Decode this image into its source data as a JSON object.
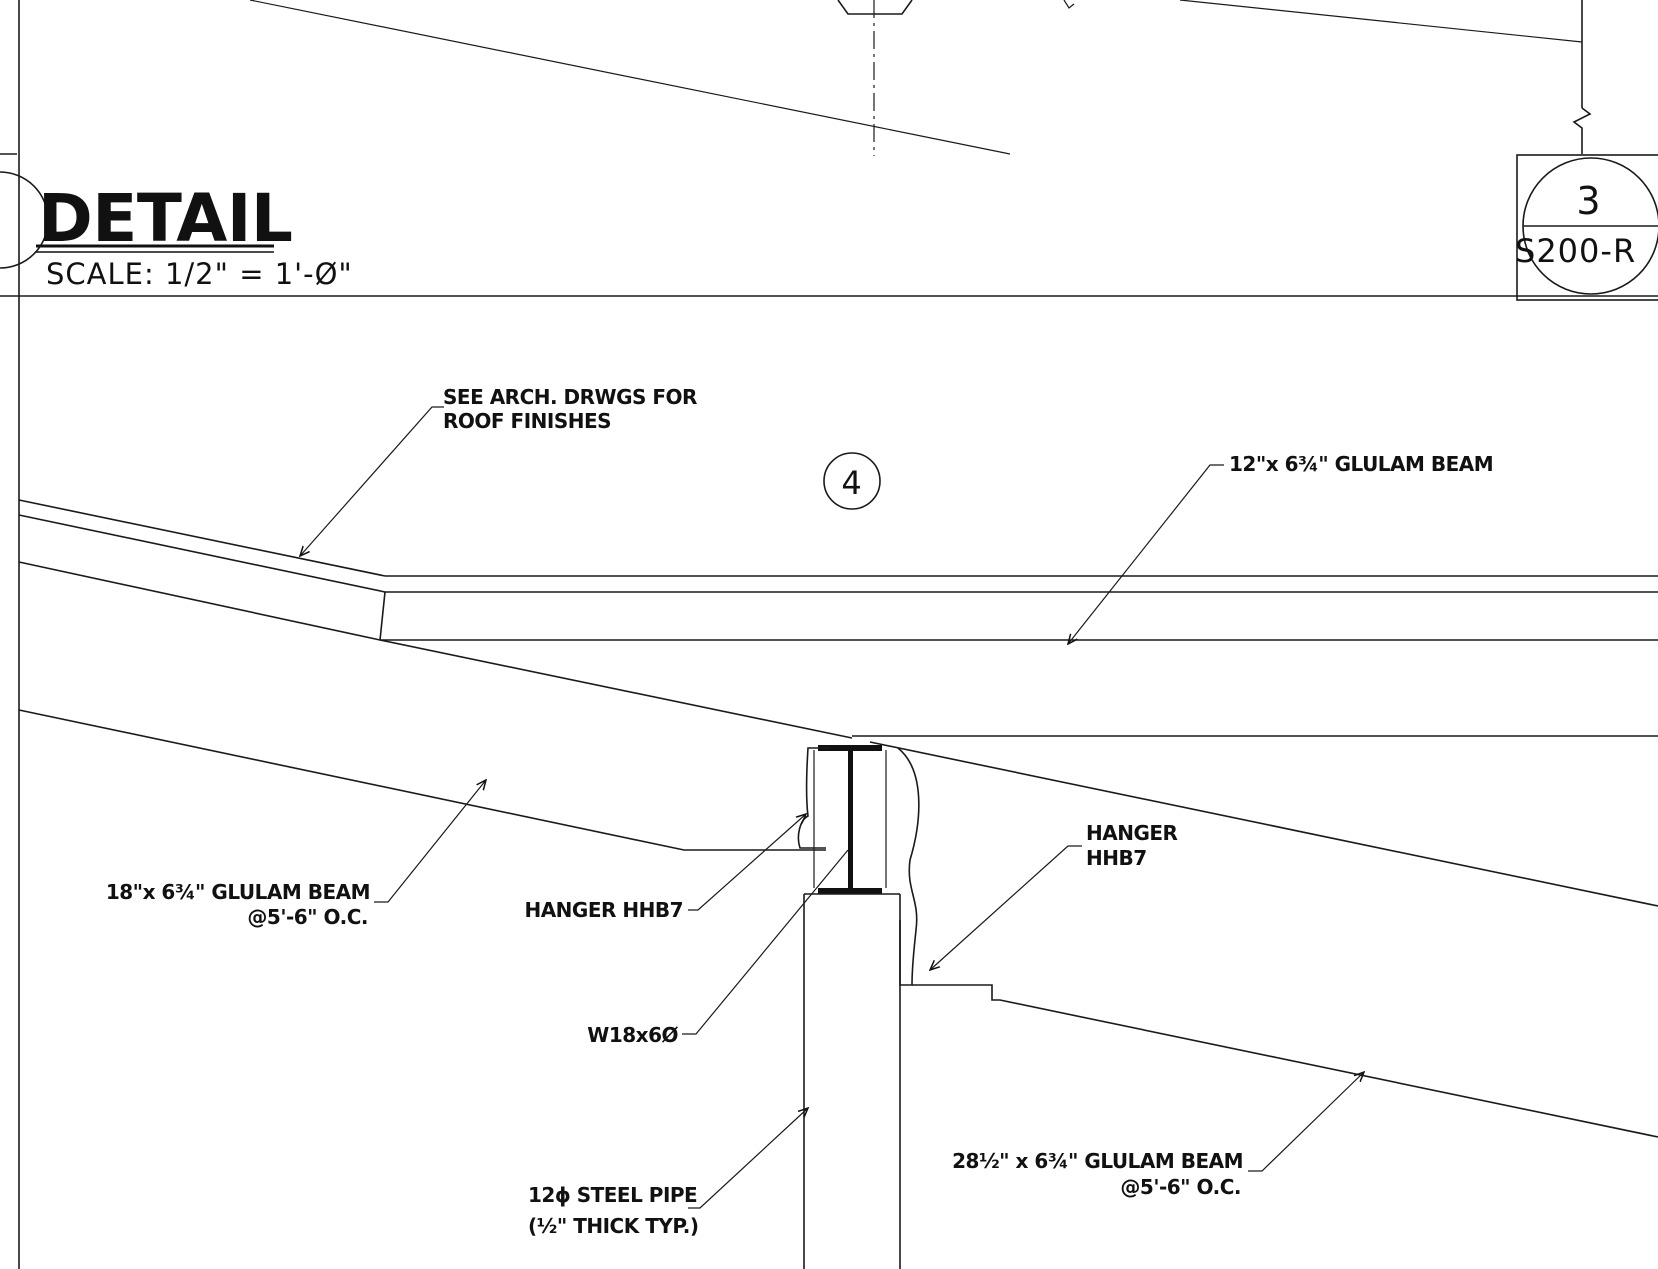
{
  "title_block": {
    "title": "DETAIL",
    "scale": "SCALE: 1/2\" = 1'-Ø\""
  },
  "detail_number": "4",
  "section_ref": {
    "number": "3",
    "sheet": "S200-R"
  },
  "callouts": {
    "roof_finishes_line1": "SEE ARCH. DRWGS FOR",
    "roof_finishes_line2": "ROOF FINISHES",
    "upper_beam": "12\"x 6¾\" GLULAM BEAM",
    "left_beam_line1": "18\"x 6¾\" GLULAM BEAM",
    "left_beam_line2": "@5'-6\" O.C.",
    "hanger_left": "HANGER HHB7",
    "hanger_right_line1": "HANGER",
    "hanger_right_line2": "HHB7",
    "steel_beam": "W18x6Ø",
    "pipe_line1": "12ϕ STEEL PIPE",
    "pipe_line2": "(½\" THICK TYP.)",
    "right_beam_line1": "28½\" x 6¾\" GLULAM BEAM",
    "right_beam_line2": "@5'-6\" O.C."
  }
}
